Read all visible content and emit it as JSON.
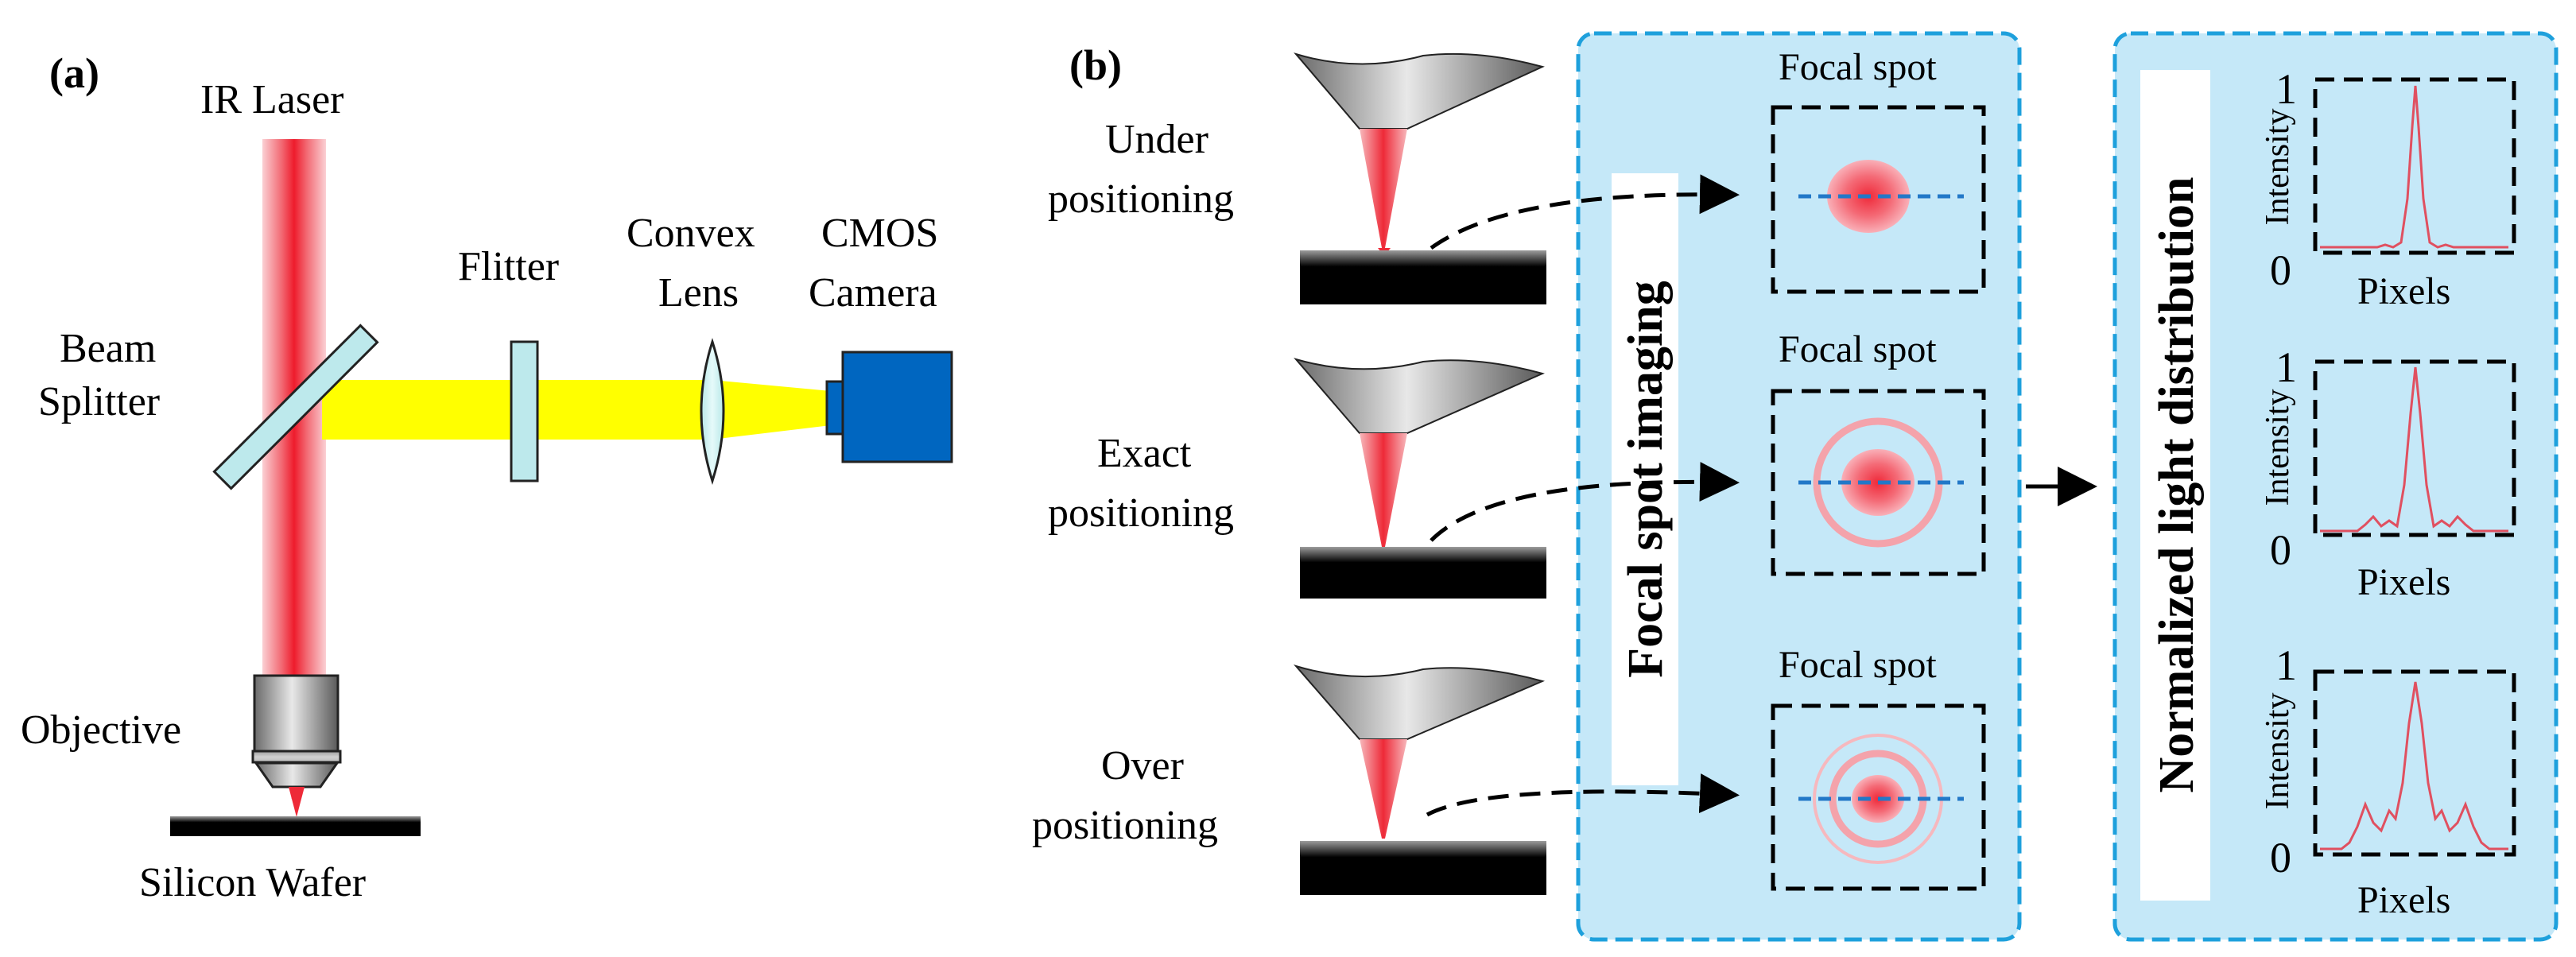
{
  "panel_a": {
    "label": "(a)",
    "ir_laser": "IR Laser",
    "beam_splitter": [
      "Beam",
      "Splitter"
    ],
    "flitter": "Flitter",
    "convex_lens": [
      "Convex",
      "Lens"
    ],
    "cmos_camera": [
      "CMOS",
      "Camera"
    ],
    "objective": "Objective",
    "silicon_wafer": "Silicon Wafer"
  },
  "panel_b": {
    "label": "(b)",
    "rows": [
      {
        "label": [
          "Under",
          "positioning"
        ],
        "focal_spot": "Focal spot",
        "rings": 0
      },
      {
        "label": [
          "Exact",
          "positioning"
        ],
        "focal_spot": "Focal spot",
        "rings": 1
      },
      {
        "label": [
          "Over",
          "positioning"
        ],
        "focal_spot": "Focal spot",
        "rings": 2
      }
    ],
    "imaging_title": "Focal spot imaging",
    "distribution_title": "Normalized light distribution",
    "plots": [
      {
        "ylabel": "Intensity",
        "xlabel": "Pixels",
        "ymax": "1",
        "ymin": "0"
      },
      {
        "ylabel": "Intensity",
        "xlabel": "Pixels",
        "ymax": "1",
        "ymin": "0"
      },
      {
        "ylabel": "Intensity",
        "xlabel": "Pixels",
        "ymax": "1",
        "ymin": "0"
      }
    ]
  },
  "colors": {
    "laser_red": "#f0303a",
    "beam_yellow": "#ffff00",
    "camera_blue": "#0066c0",
    "panel_fill": "#c5e8f8",
    "panel_border": "#1ea0dc",
    "plot_line": "#e05060"
  }
}
